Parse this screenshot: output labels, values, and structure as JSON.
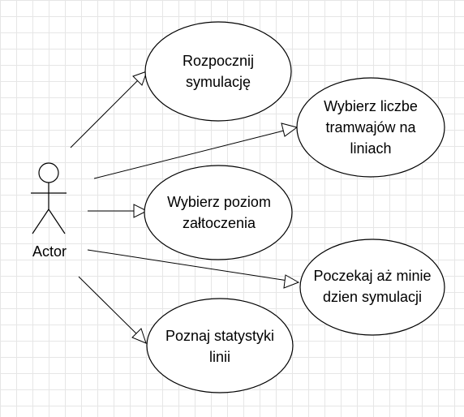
{
  "actor": {
    "label": "Actor"
  },
  "use_cases": [
    {
      "line1": "Rozpocznij",
      "line2": "symulację",
      "line3": ""
    },
    {
      "line1": "Wybierz liczbe",
      "line2": "tramwajów na",
      "line3": "liniach"
    },
    {
      "line1": "Wybierz poziom",
      "line2": "załtoczenia",
      "line3": ""
    },
    {
      "line1": "Poczekaj aż minie",
      "line2": "dzien symulacji",
      "line3": ""
    },
    {
      "line1": "Poznaj statystyki",
      "line2": "linii",
      "line3": ""
    }
  ],
  "colors": {
    "stroke": "#000000",
    "fill": "#ffffff",
    "grid": "#e6e6e6"
  }
}
